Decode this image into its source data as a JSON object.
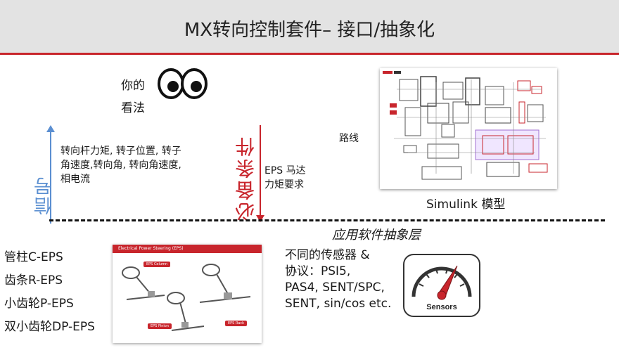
{
  "header": {
    "title": "MX转向控制套件– 接口/抽象化"
  },
  "opinion": {
    "line1": "你的",
    "line2": "看法"
  },
  "signal": {
    "label": "信号",
    "line1": "转向杆力矩, 转子位置, 转子",
    "line2": "角速度,转向角, 转向角速度,",
    "line3": "相电流",
    "color": "#5b8fd1"
  },
  "requirement": {
    "label": "必备条件",
    "line1": "EPS 马达",
    "line2": "力矩要求",
    "color": "#c8252c"
  },
  "simulink": {
    "route": "路线",
    "caption": "Simulink 模型"
  },
  "abstraction_layer": "应用软件抽象层",
  "eps_types": [
    "管柱C-EPS",
    "齿条R-EPS",
    "小齿轮P-EPS",
    "双小齿轮DP-EPS"
  ],
  "eps_diagram": {
    "title": "Electrical Power Steering (EPS)",
    "column": "EPS Column",
    "pinion": "EPS Pinion",
    "rack": "EPS Rack"
  },
  "sensors": {
    "line1": "不同的传感器 &",
    "line2": "协议：PSI5,",
    "line3": "PAS4, SENT/SPC,",
    "line4": "SENT, sin/cos etc.",
    "icon_label": "Sensors"
  },
  "colors": {
    "accent": "#c8252c",
    "signal_blue": "#5b8fd1",
    "header_bg": "#e3e3e3"
  }
}
